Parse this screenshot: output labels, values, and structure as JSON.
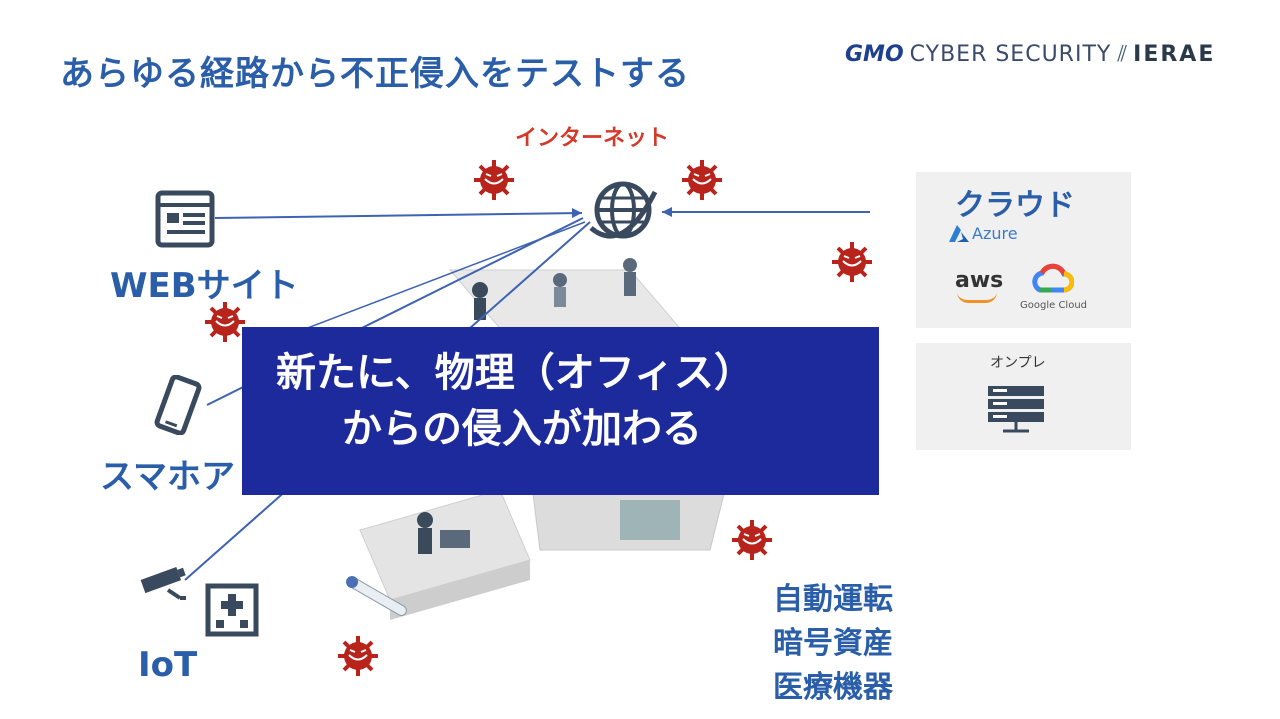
{
  "slide": {
    "title": "あらゆる経路から不正侵入をテストする",
    "logo": {
      "gmo": "GMO",
      "cyber_security": "CYBER SECURITY",
      "ierae": "IERAE"
    },
    "internet_label": "インターネット",
    "left_labels": {
      "web": "WEBサイト",
      "smartphone": "スマホア",
      "iot": "IoT"
    },
    "cloud": {
      "title": "クラウド",
      "providers": [
        "Azure",
        "aws",
        "Google Cloud"
      ],
      "onprem_label": "オンプレ"
    },
    "banner": {
      "line1": "新たに、物理（オフィス）",
      "line2": "からの侵入が加わる"
    },
    "right_list": [
      "自動運転",
      "暗号資産",
      "医療機器"
    ],
    "colors": {
      "title_blue": "#2a5ea8",
      "banner_blue": "#1d2a9c",
      "internet_red": "#d43a2a",
      "virus_red": "#b8231c"
    },
    "icons": [
      "browser-window-icon",
      "smartphone-icon",
      "security-camera-icon",
      "hospital-icon",
      "globe-icon",
      "server-icon",
      "virus-icon",
      "thermometer-icon"
    ]
  }
}
